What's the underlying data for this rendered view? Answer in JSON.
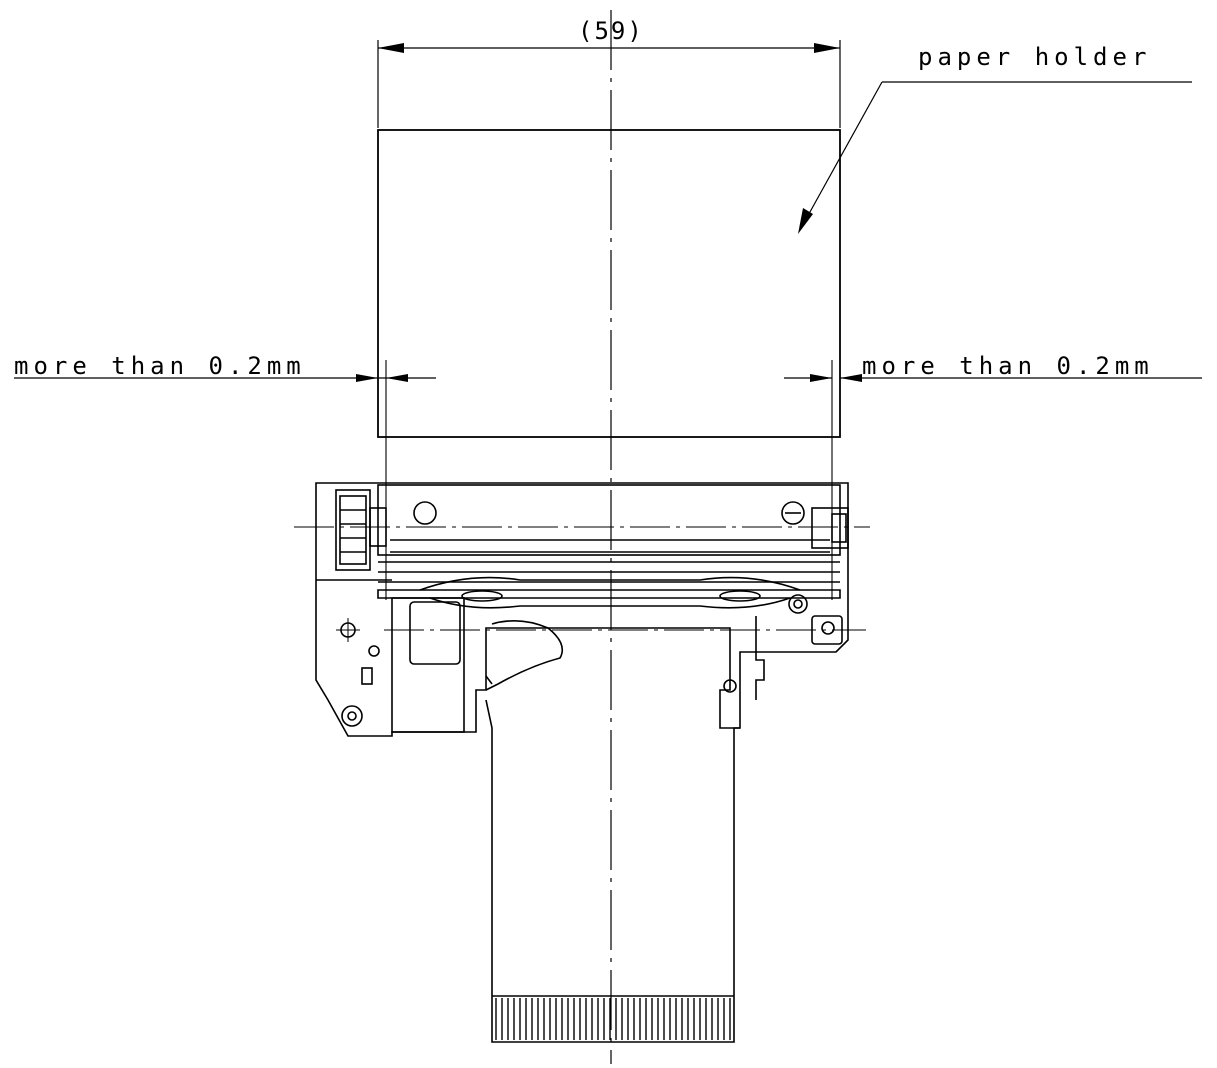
{
  "labels": {
    "overall_width": "(59)",
    "paper_holder": "paper holder",
    "clearance_left": "more than 0.2mm",
    "clearance_right": "more than 0.2mm"
  },
  "colors": {
    "line": "#000000",
    "background": "#ffffff"
  }
}
